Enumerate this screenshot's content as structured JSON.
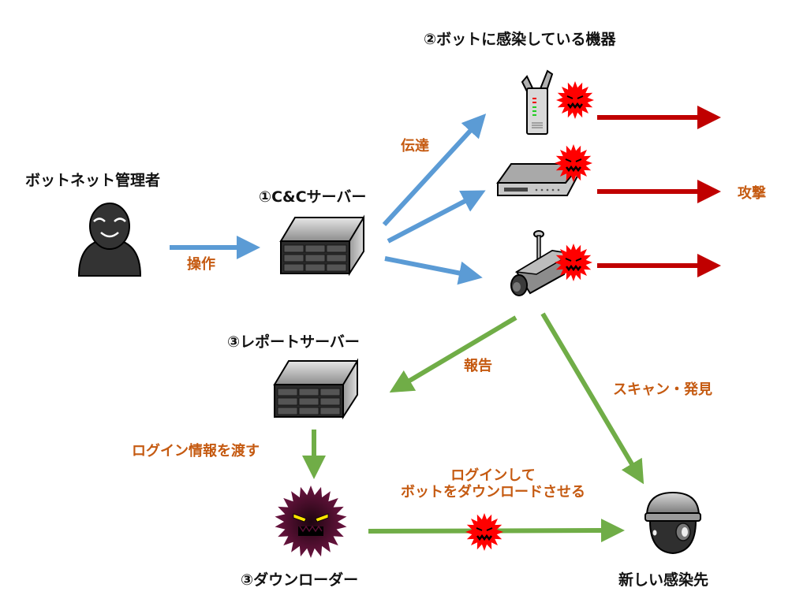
{
  "diagram": {
    "nodes": {
      "botnet_admin": {
        "title": "ボットネット管理者"
      },
      "cc_server": {
        "title": "①C&Cサーバー"
      },
      "infected_devices": {
        "title": "②ボットに感染している機器",
        "devices": [
          "router",
          "network-hub",
          "security-camera"
        ]
      },
      "report_server": {
        "title": "③レポートサーバー"
      },
      "downloader": {
        "title": "③ダウンローダー"
      },
      "new_target": {
        "title": "新しい感染先"
      }
    },
    "edges": {
      "operate": {
        "label": "操作",
        "color": "#5b9bd5"
      },
      "relay": {
        "label": "伝達",
        "color": "#5b9bd5"
      },
      "attack": {
        "label": "攻撃",
        "color": "#c00000"
      },
      "report": {
        "label": "報告",
        "color": "#70ad47"
      },
      "scan": {
        "label": "スキャン・発見",
        "color": "#70ad47"
      },
      "pass_login": {
        "label": "ログイン情報を渡す",
        "color": "#70ad47"
      },
      "login_download": {
        "label_line1": "ログインして",
        "label_line2": "ボットをダウンロードさせる",
        "color": "#70ad47"
      }
    },
    "colors": {
      "edge_label": "#c55a11",
      "virus_red": "#ff0000",
      "downloader_purple": "#5a0f35"
    }
  }
}
